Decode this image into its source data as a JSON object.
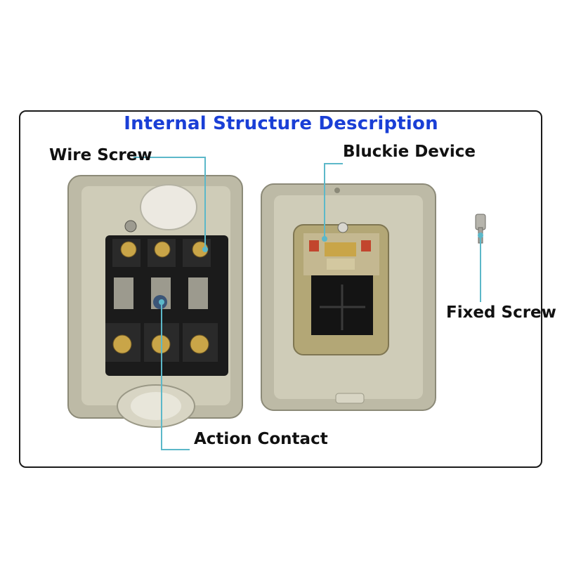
{
  "title": "Internal Structure Description",
  "labels": {
    "wire_screw": "Wire Screw",
    "bluckie_device": "Bluckie Device",
    "fixed_screw": "Fixed Screw",
    "action_contact": "Action Contact"
  },
  "colors": {
    "title": "#1a3fd6",
    "leader": "#5cb8c9",
    "frame": "#1a1a1a",
    "housing": "#c9c6b3"
  }
}
